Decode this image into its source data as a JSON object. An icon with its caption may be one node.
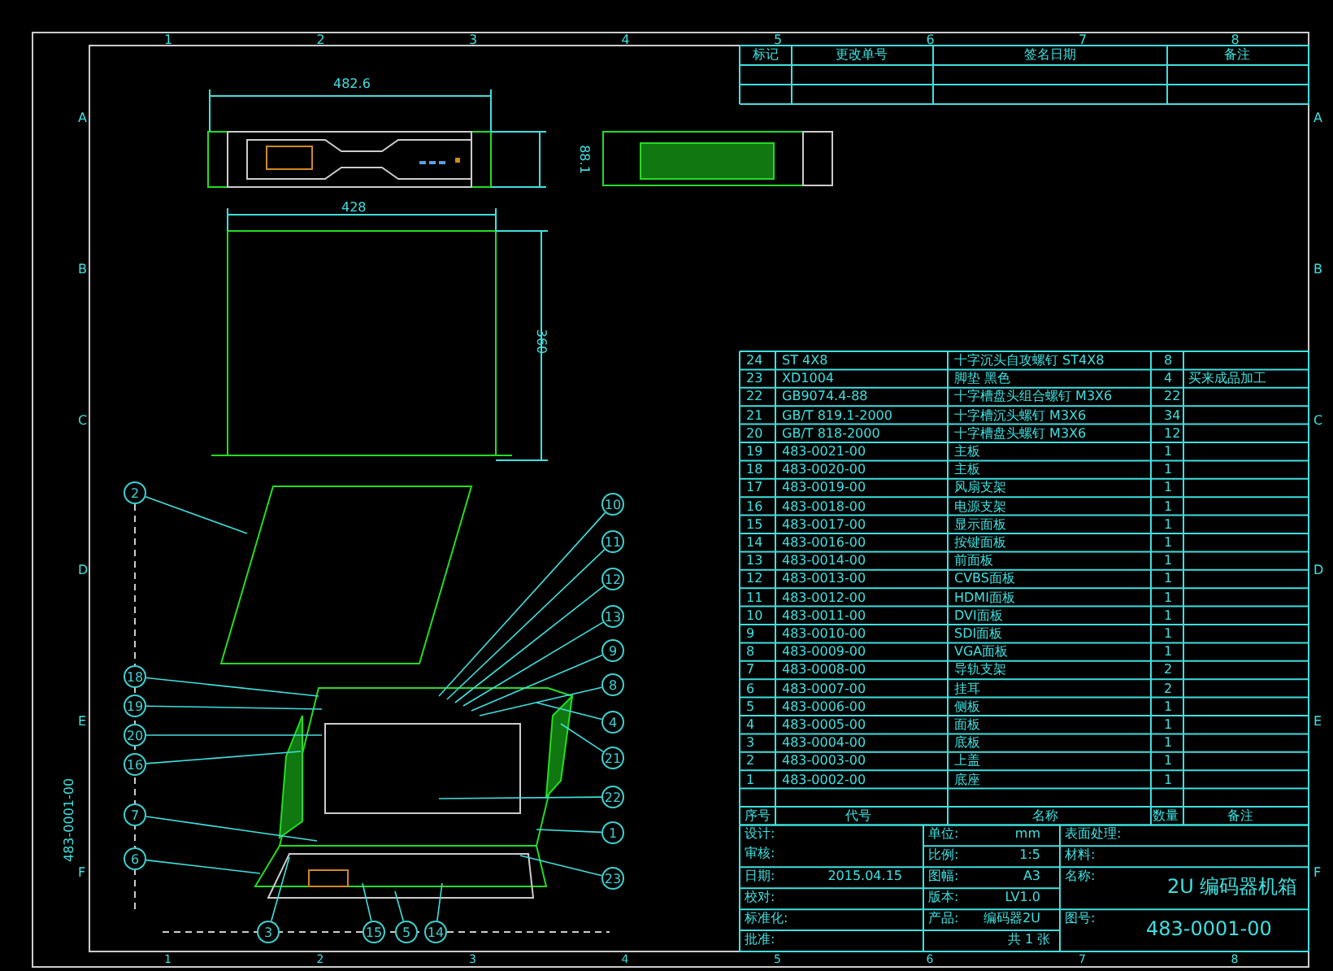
{
  "diagram": {
    "nodes": [
      {
        "text": [
          "2"
        ]
      },
      {
        "text": [
          "18"
        ]
      },
      {
        "text": [
          "19"
        ]
      },
      {
        "text": [
          "20"
        ]
      },
      {
        "text": [
          "16"
        ]
      },
      {
        "text": [
          "7"
        ]
      },
      {
        "text": [
          "6"
        ]
      },
      {
        "text": [
          "3"
        ]
      },
      {
        "text": [
          "15"
        ]
      },
      {
        "text": [
          "5"
        ]
      },
      {
        "text": [
          "14"
        ]
      },
      {
        "text": [
          "10"
        ]
      },
      {
        "text": [
          "11"
        ]
      },
      {
        "text": [
          "12"
        ]
      },
      {
        "text": [
          "13"
        ]
      },
      {
        "text": [
          "9"
        ]
      },
      {
        "text": [
          "8"
        ]
      },
      {
        "text": [
          "4"
        ]
      },
      {
        "text": [
          "21"
        ]
      },
      {
        "text": [
          "22"
        ]
      },
      {
        "text": [
          "1"
        ]
      },
      {
        "text": [
          "23"
        ]
      }
    ],
    "edges": [
      {
        "from": 0,
        "to": null,
        "arrow": "none"
      },
      {
        "from": 1,
        "to": null,
        "arrow": "none"
      },
      {
        "from": 2,
        "to": null,
        "arrow": "none"
      },
      {
        "from": 3,
        "to": null,
        "arrow": "none"
      },
      {
        "from": 4,
        "to": null,
        "arrow": "none"
      },
      {
        "from": 5,
        "to": null,
        "arrow": "none"
      },
      {
        "from": 6,
        "to": null,
        "arrow": "none"
      },
      {
        "from": 7,
        "to": null,
        "arrow": "none"
      },
      {
        "from": 8,
        "to": null,
        "arrow": "none"
      },
      {
        "from": 9,
        "to": null,
        "arrow": "none"
      },
      {
        "from": 10,
        "to": null,
        "arrow": "none"
      },
      {
        "from": 11,
        "to": null,
        "arrow": "none"
      },
      {
        "from": 12,
        "to": null,
        "arrow": "none"
      },
      {
        "from": 13,
        "to": null,
        "arrow": "none"
      },
      {
        "from": 14,
        "to": null,
        "arrow": "none"
      },
      {
        "from": 15,
        "to": null,
        "arrow": "none"
      },
      {
        "from": 16,
        "to": null,
        "arrow": "none"
      },
      {
        "from": 17,
        "to": null,
        "arrow": "none"
      },
      {
        "from": 18,
        "to": null,
        "arrow": "none"
      },
      {
        "from": 19,
        "to": null,
        "arrow": "none"
      },
      {
        "from": 20,
        "to": null,
        "arrow": "none"
      },
      {
        "from": 21,
        "to": null,
        "arrow": "none"
      }
    ],
    "labels": [
      "标记",
      "更改单号",
      "签名日期",
      "备注",
      "1",
      "2",
      "3",
      "4",
      "5",
      "6",
      "7",
      "8",
      "A",
      "B",
      "C",
      "D",
      "E",
      "F",
      "A",
      "B",
      "C",
      "D",
      "E",
      "F",
      "1",
      "2",
      "3",
      "4",
      "5",
      "6",
      "7",
      "8",
      "482.6",
      "88.1",
      "428",
      "360",
      "24",
      "ST 4X8",
      "十字沉头自攻螺钉 ST4X8",
      "8",
      "23",
      "XD1004",
      "脚垫 黑色",
      "4",
      "买来成品加工",
      "22",
      "GB9074.4-88",
      "十字槽盘头组合螺钉 M3X6",
      "22",
      "21",
      "GB/T 819.1-2000",
      "十字槽沉头螺钉 M3X6",
      "34",
      "20",
      "GB/T 818-2000",
      "十字槽盘头螺钉 M3X6",
      "12",
      "19",
      "483-0021-00",
      "主板",
      "1",
      "18",
      "483-0020-00",
      "主板",
      "1",
      "17",
      "483-0019-00",
      "风扇支架",
      "1",
      "16",
      "483-0018-00",
      "电源支架",
      "1",
      "15",
      "483-0017-00",
      "显示面板",
      "1",
      "14",
      "483-0016-00",
      "按键面板",
      "1",
      "13",
      "483-0014-00",
      "前面板",
      "1",
      "12",
      "483-0013-00",
      "CVBS面板",
      "1",
      "11",
      "483-0012-00",
      "HDMI面板",
      "1",
      "10",
      "483-0011-00",
      "DVI面板",
      "1",
      "9",
      "483-0010-00",
      "SDI面板",
      "1",
      "8",
      "483-0009-00",
      "VGA面板",
      "1",
      "7",
      "483-0008-00",
      "导轨支架",
      "2",
      "6",
      "483-0007-00",
      "挂耳",
      "2",
      "5",
      "483-0006-00",
      "侧板",
      "1",
      "4",
      "483-0005-00",
      "面板",
      "1",
      "3",
      "483-0004-00",
      "底板",
      "1",
      "2",
      "483-0003-00",
      "上盖",
      "1",
      "1",
      "483-0002-00",
      "底座",
      "1",
      "序号",
      "代号",
      "名称",
      "数量",
      "备注",
      "设计:",
      "审核:",
      "单位:",
      "mm",
      "表面处理:",
      "比例:",
      "1:5",
      "材料:",
      "日期:",
      "2015.04.15",
      "图幅:",
      "A3",
      "名称:",
      "2U 编码器机箱",
      "校对:",
      "版本:",
      "LV1.0",
      "标准化:",
      "产品:",
      "编码器2U",
      "图号:",
      "483-0001-00",
      "批准:",
      "共 1 张",
      "483-0001-00"
    ]
  }
}
